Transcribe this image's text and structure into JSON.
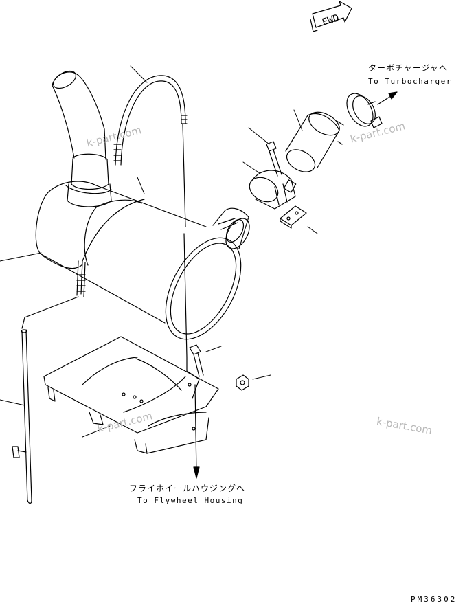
{
  "labels": {
    "turbo_jp": "ターボチャージャへ",
    "turbo_en": "To Turbocharger",
    "flywheel_jp": "フライホイールハウジングへ",
    "flywheel_en": "To Flywheel Housing",
    "fwd": "FWD",
    "drawing_code": "PM36302"
  },
  "watermarks": [
    "k-part.com",
    "k-part.com",
    "k-part.com",
    "k-part.com"
  ],
  "colors": {
    "line": "#000000",
    "watermark": "#b8b8b8",
    "background": "#ffffff"
  }
}
